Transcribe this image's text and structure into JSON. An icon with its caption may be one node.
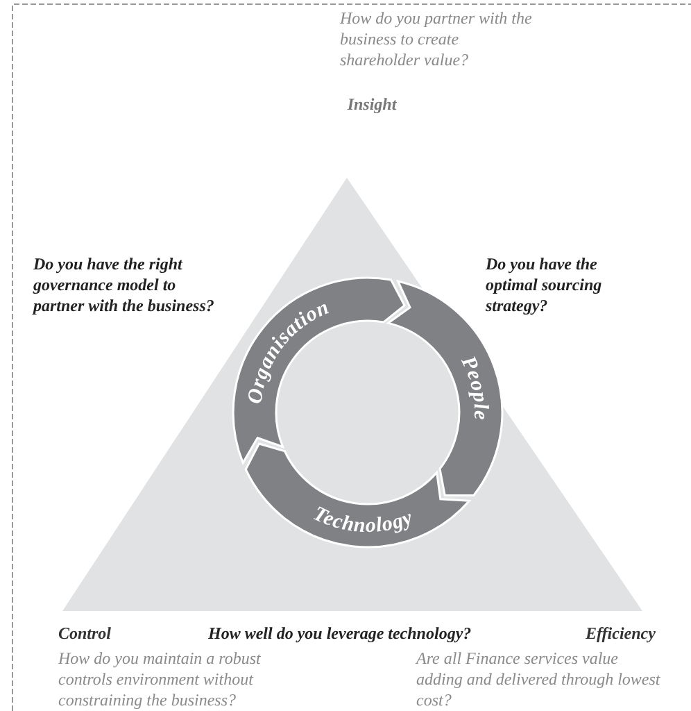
{
  "diagram": {
    "nodes": [
      {
        "text": [],
        "shape": "triangle"
      },
      {
        "text": [
          "Organisation"
        ],
        "in": 0
      },
      {
        "text": [
          "People"
        ],
        "in": 0
      },
      {
        "text": [
          "Technology"
        ],
        "in": 0
      }
    ],
    "labels": [
      "How do you partner with the business to create shareholder value?",
      "Insight",
      "Do you have the right governance model to partner with the business?",
      "Do you have the optimal sourcing strategy?",
      "Control",
      "How well do you leverage technology?",
      "Efficiency",
      "How do you maintain a robust controls environment without constraining the business?",
      "Are all Finance services value adding and delivered through lowest cost?"
    ]
  }
}
